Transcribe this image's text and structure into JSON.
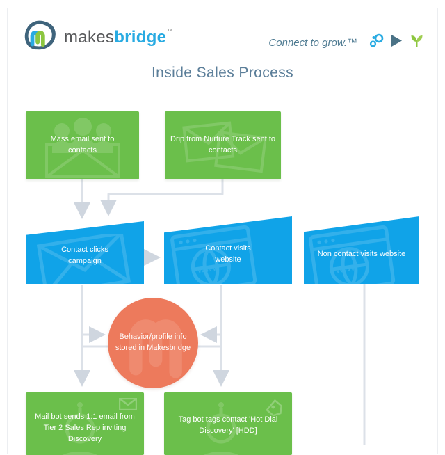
{
  "header": {
    "logo_makes": "makes",
    "logo_bridge": "bridge",
    "logo_tm": "™",
    "tagline": "Connect to grow.™",
    "icons": [
      "network-icon",
      "play-icon",
      "sprout-icon"
    ]
  },
  "title": "Inside Sales Process",
  "nodes": {
    "mass_email": {
      "label": "Mass email sent to contacts",
      "shape": "rectangle",
      "color": "#6bbf4b",
      "icon": "people-envelope-icon"
    },
    "drip": {
      "label": "Drip from Nurture Track sent to contacts",
      "shape": "rectangle",
      "color": "#6bbf4b",
      "icon": "envelopes-icon"
    },
    "clicks": {
      "label": "Contact clicks campaign",
      "shape": "skewed-flag",
      "color": "#10a3e8",
      "icon": "envelope-icon"
    },
    "visits": {
      "label": "Contact visits website",
      "shape": "skewed-flag",
      "color": "#10a3e8",
      "icon": "browser-globe-icon"
    },
    "non_contact": {
      "label": "Non contact visits website",
      "shape": "skewed-flag",
      "color": "#10a3e8",
      "icon": "browser-globe-icon"
    },
    "behavior": {
      "label": "Behavior/profile info stored in Makesbridge",
      "shape": "circle",
      "color": "#ed7a5c",
      "icon": "makesbridge-m-icon"
    },
    "mail_bot": {
      "label": "Mail bot sends 1:1 email from Tier 2 Sales Rep inviting Discovery",
      "shape": "rectangle",
      "color": "#6bbf4b",
      "icon": "robot-icon"
    },
    "tag_bot": {
      "label": "Tag bot tags contact 'Hot Dial Discovery' [HDD]",
      "shape": "rectangle",
      "color": "#6bbf4b",
      "icon": "robot-icon"
    }
  },
  "colors": {
    "green": "#6bbf4b",
    "blue": "#10a3e8",
    "orange": "#ed7a5c",
    "connector_gray": "#dce1e8",
    "title_text": "#5b7e99",
    "tagline_text": "#4f7b92",
    "logo_gray": "#58595b",
    "logo_blue": "#29abe2",
    "logo_green": "#8cc63f"
  }
}
